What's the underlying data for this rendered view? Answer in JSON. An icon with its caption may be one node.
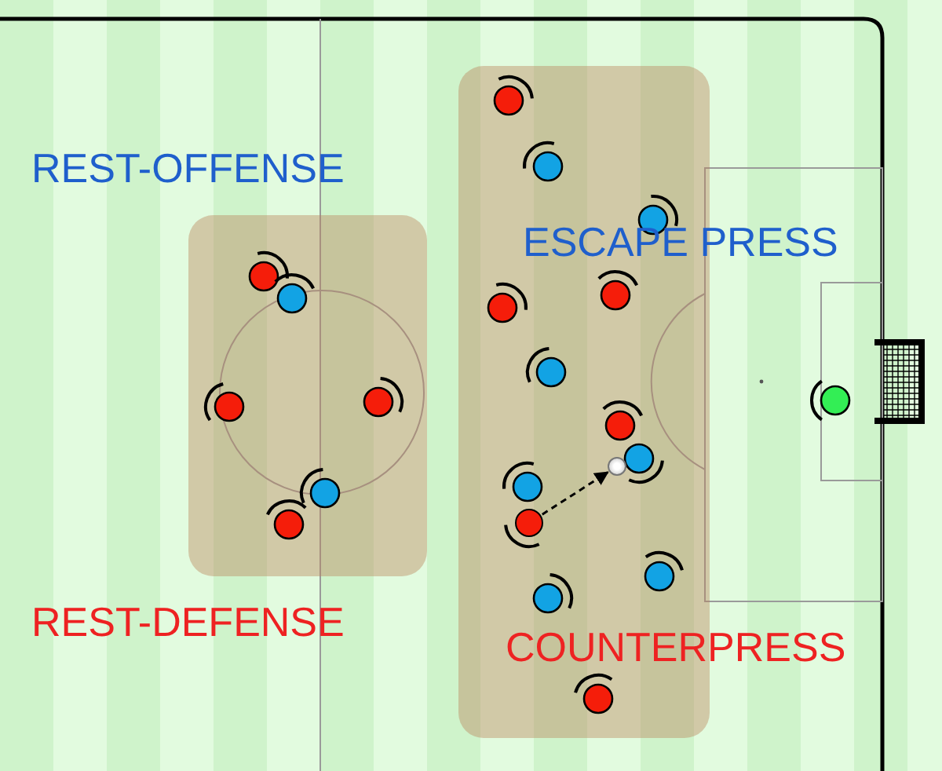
{
  "diagram": {
    "nodes": [
      {
        "text": [],
        "shape": "circle"
      },
      {
        "text": [],
        "shape": "circle"
      }
    ],
    "edges": [
      {
        "from": 0,
        "to": 1,
        "arrow": "to",
        "style": "dashed"
      }
    ],
    "labels": [
      "REST-OFFENSE",
      "ESCAPE PRESS",
      "REST-DEFENSE",
      "COUNTERPRESS"
    ]
  }
}
